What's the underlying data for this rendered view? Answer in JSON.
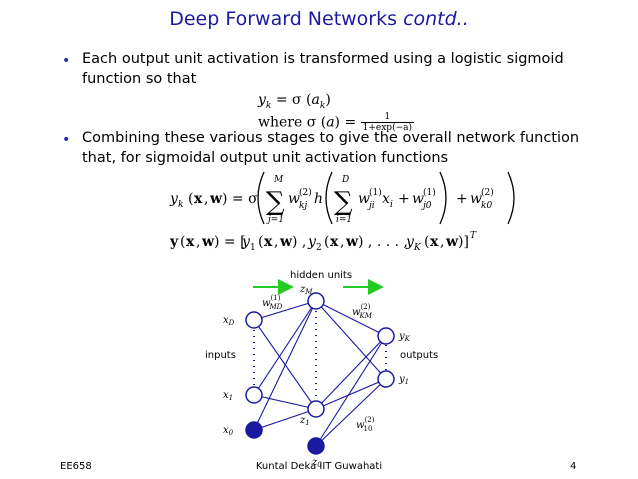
{
  "slide": {
    "title_main": "Deep Forward Networks ",
    "title_italic": "contd.."
  },
  "bullets": [
    {
      "text": "Each output unit activation is transformed using a logistic sigmoid function so that"
    },
    {
      "text": "Combining these various stages to give the overall network function that, for sigmoidal output unit activation functions"
    }
  ],
  "equations": {
    "eq1": "yk = σ (ak)",
    "eq2_prefix": "where σ (a) = ",
    "eq2_num": "1",
    "eq2_den": "1+exp(−a)"
  },
  "diagram": {
    "hidden_units_label": "hidden units",
    "inputs_label": "inputs",
    "outputs_label": "outputs",
    "nodes": {
      "xD": "x",
      "xD_sub": "D",
      "x1": "x",
      "x1_sub": "1",
      "x0": "x",
      "x0_sub": "0",
      "zM": "z",
      "zM_sub": "M",
      "z1": "z",
      "z1_sub": "1",
      "z0": "z",
      "z0_sub": "0",
      "yK": "y",
      "yK_sub": "K",
      "y1": "y",
      "y1_sub": "1"
    },
    "weights": {
      "wMD": "w",
      "wMD_sup": "(1)",
      "wMD_sub": "MD",
      "wKM": "w",
      "wKM_sup": "(2)",
      "wKM_sub": "KM",
      "w10": "w",
      "w10_sup": "(2)",
      "w10_sub": "10"
    },
    "colors": {
      "node_stroke": "#1a1aa0",
      "bias_fill": "#1a1aa0",
      "line": "#1a1aa0",
      "arrow": "#22cc22"
    }
  },
  "footer": {
    "left": "EE658",
    "center": "Kuntal Deka IIT Guwahati",
    "right": "4"
  }
}
